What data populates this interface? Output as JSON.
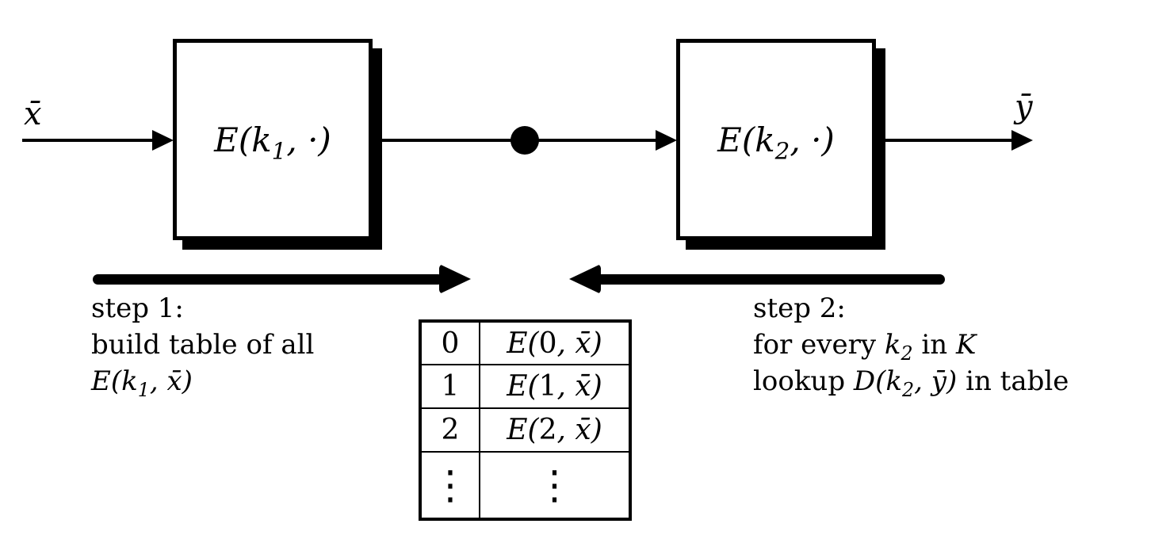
{
  "colors": {
    "ink": "#000000",
    "paper": "#ffffff"
  },
  "diagram": {
    "input_label": "x̄",
    "output_label": "ȳ",
    "box1_label": {
      "pre": "E(k",
      "sub": "1",
      "post": ", ·)"
    },
    "box2_label": {
      "pre": "E(k",
      "sub": "2",
      "post": ", ·)"
    },
    "step1": {
      "title": "step 1:",
      "line2": "build table of all",
      "formula": {
        "pre": "E(k",
        "sub": "1",
        "post": ", x̄)"
      }
    },
    "step2": {
      "title": "step 2:",
      "line2": {
        "text1": "for every ",
        "math1": "k",
        "sub": "2",
        "text2": " in ",
        "math2": "K"
      },
      "line3": {
        "text1": "lookup ",
        "math1": "D(k",
        "sub": "2",
        "math2": ", ȳ)",
        "text2": " in table"
      }
    },
    "table": {
      "rows": [
        {
          "key": "0",
          "vpre": "E(",
          "vnum": "0",
          "vpost": ", x̄)"
        },
        {
          "key": "1",
          "vpre": "E(",
          "vnum": "1",
          "vpost": ", x̄)"
        },
        {
          "key": "2",
          "vpre": "E(",
          "vnum": "2",
          "vpost": ", x̄)"
        },
        {
          "key": "⋮",
          "vpre": "",
          "vnum": "⋮",
          "vpost": ""
        }
      ]
    }
  }
}
